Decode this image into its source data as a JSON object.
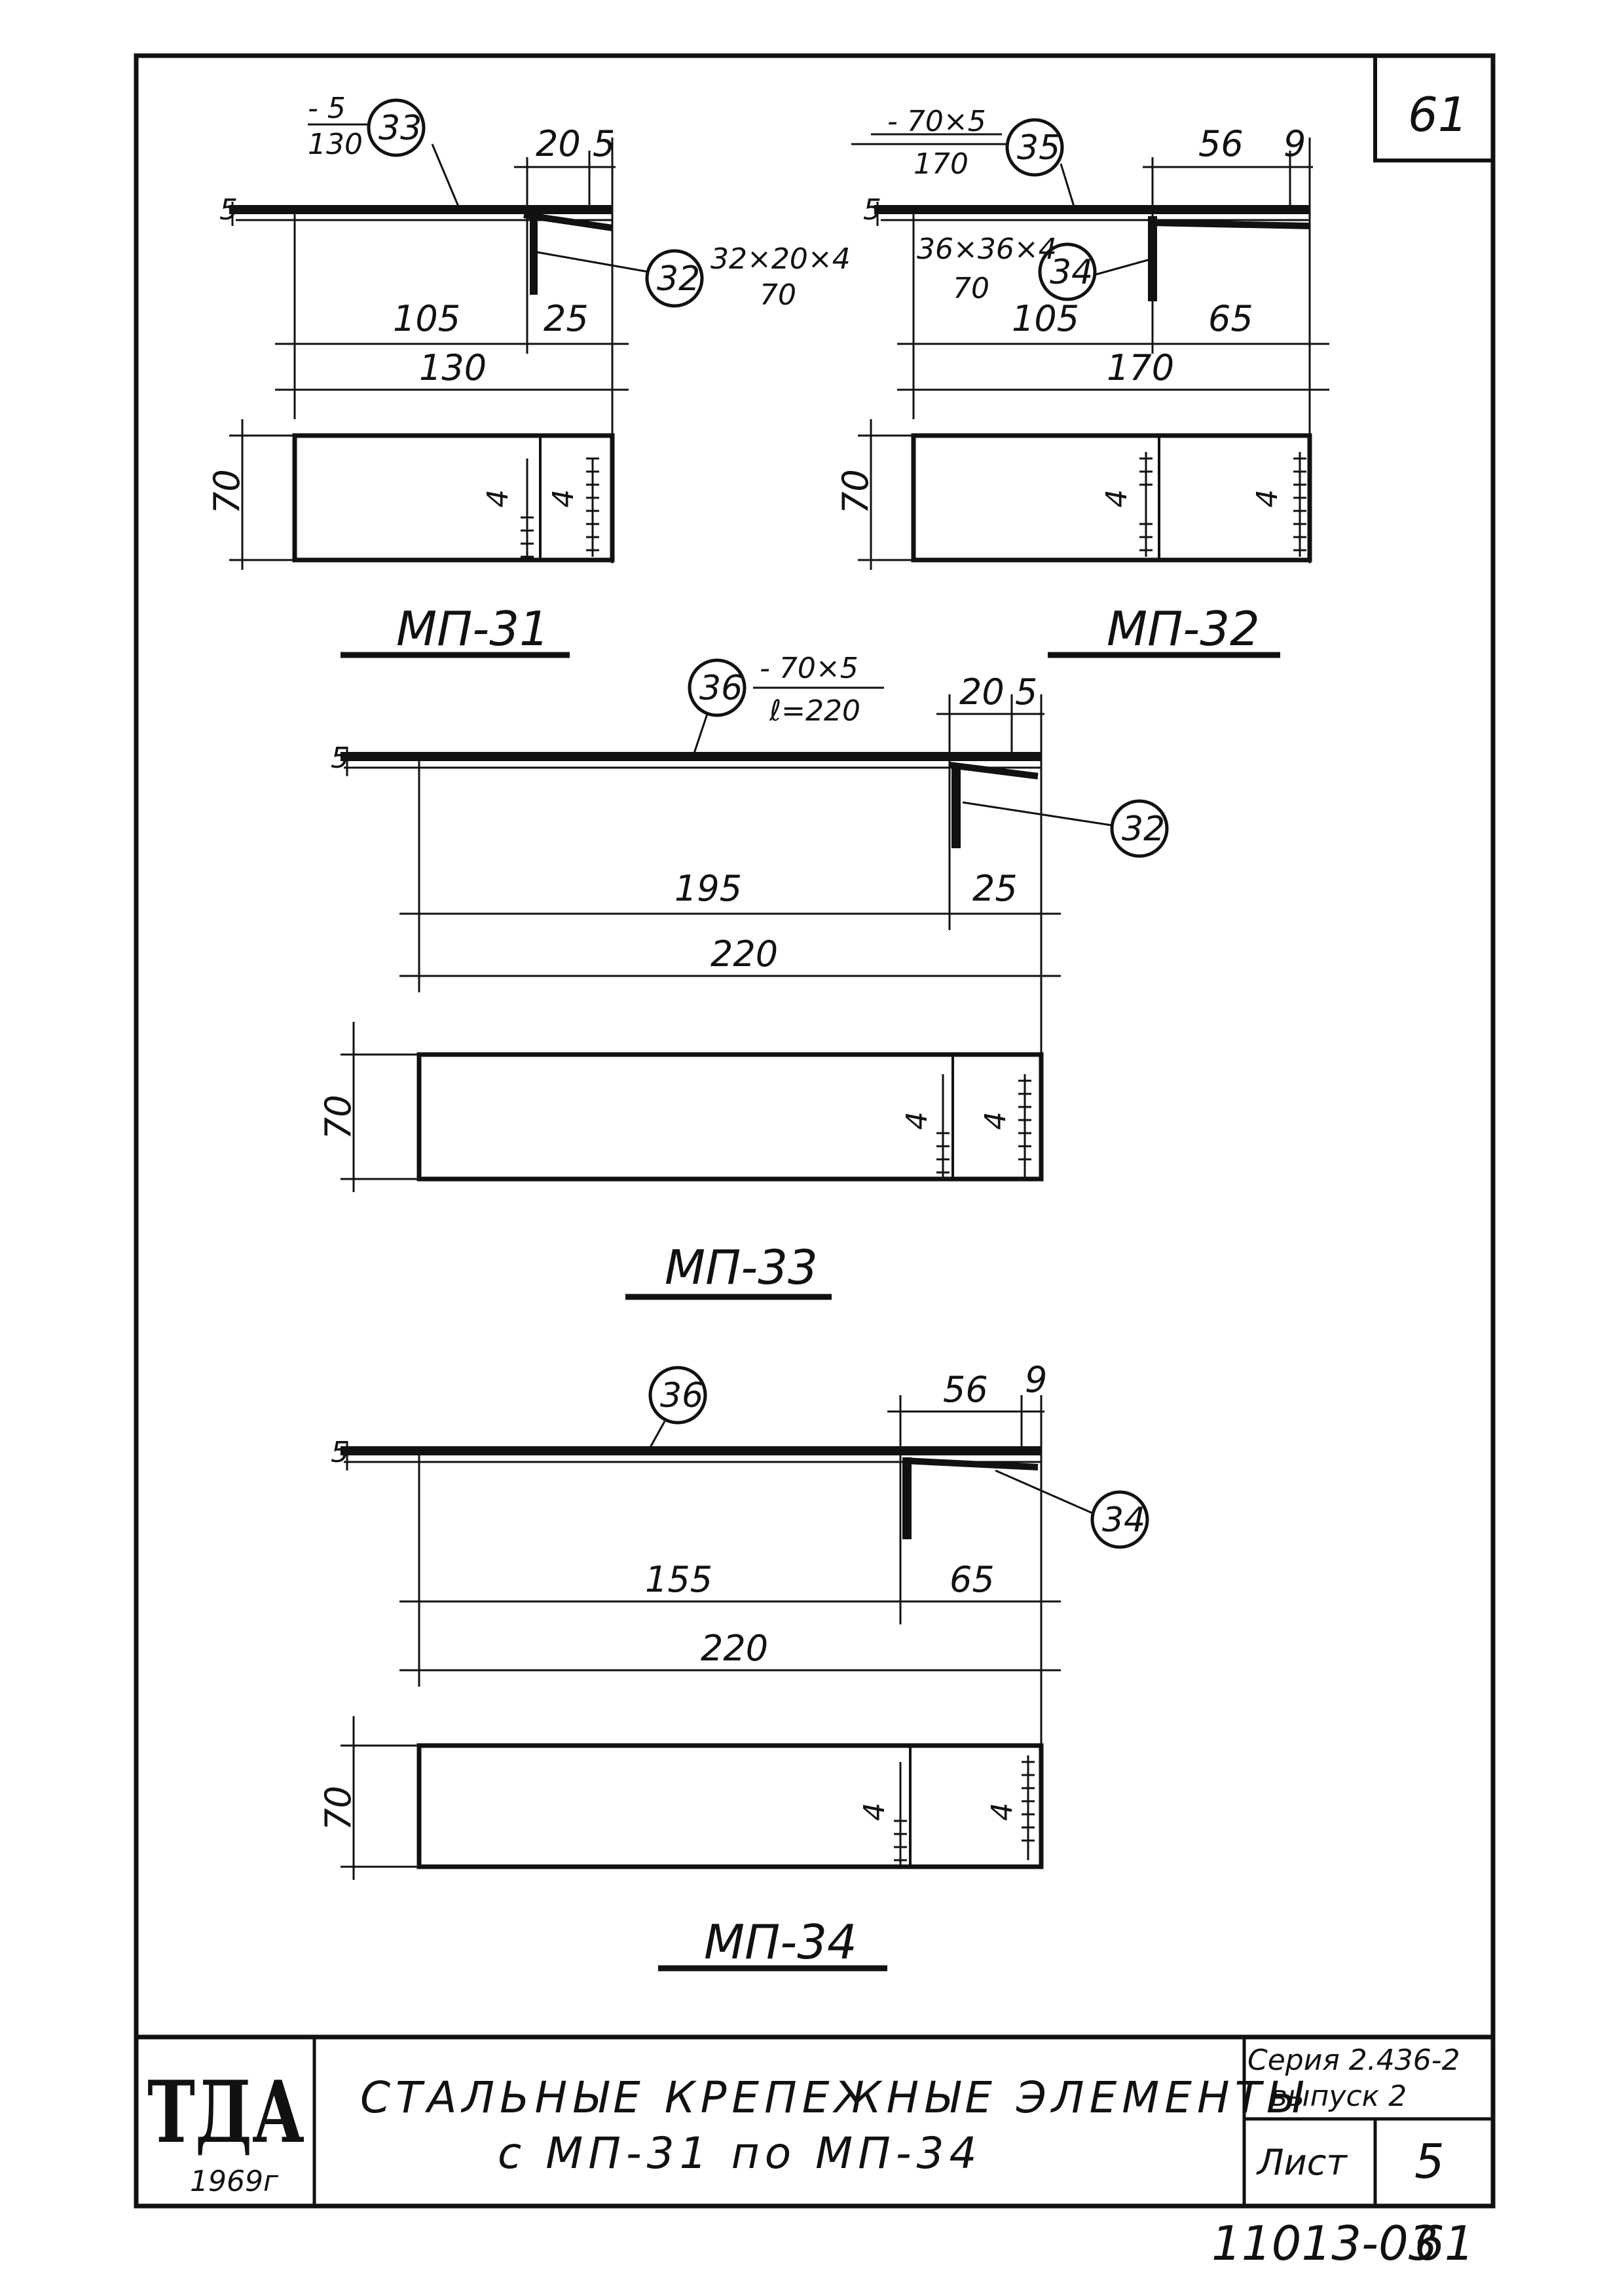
{
  "sheet_no_corner": "61",
  "drawings": {
    "mp31": {
      "label": "МП-31",
      "plate_spec_top": "- 5",
      "plate_spec_bottom": "130",
      "plate_tag": "33",
      "angle_tag": "32",
      "angle_spec_top": "32×20×4",
      "angle_spec_bottom": "70",
      "dim_flange": "20",
      "dim_thick": "5",
      "dim_plate_thick": "5",
      "dim_left": "105",
      "dim_right": "25",
      "dim_total": "130",
      "dim_height": "70",
      "weld_a": "4",
      "weld_b": "4"
    },
    "mp32": {
      "label": "МП-32",
      "plate_spec_top": "- 70×5",
      "plate_spec_bottom": "170",
      "plate_tag": "35",
      "angle_tag": "34",
      "angle_spec_top": "36×36×4",
      "angle_spec_bottom": "70",
      "dim_flange": "56",
      "dim_thick": "9",
      "dim_plate_thick": "5",
      "dim_left": "105",
      "dim_right": "65",
      "dim_total": "170",
      "dim_height": "70",
      "weld_a": "4",
      "weld_b": "4"
    },
    "mp33": {
      "label": "МП-33",
      "plate_tag": "36",
      "plate_spec_top": "- 70×5",
      "plate_spec_bottom": "ℓ=220",
      "angle_tag": "32",
      "dim_flange": "20",
      "dim_thick": "5",
      "dim_plate_thick": "5",
      "dim_left": "195",
      "dim_right": "25",
      "dim_total": "220",
      "dim_height": "70",
      "weld_a": "4",
      "weld_b": "4"
    },
    "mp34": {
      "label": "МП-34",
      "plate_tag": "36",
      "angle_tag": "34",
      "dim_flange": "56",
      "dim_thick": "9",
      "dim_plate_thick": "5",
      "dim_left": "155",
      "dim_right": "65",
      "dim_total": "220",
      "dim_height": "70",
      "weld_a": "4",
      "weld_b": "4"
    }
  },
  "title_block": {
    "logo": "ТДА",
    "year": "1969г",
    "title_line1": "СТАЛЬНЫЕ КРЕПЕЖНЫЕ ЭЛЕМЕНТЫ",
    "title_line2": "с МП-31 по МП-34",
    "series": "Серия 2.436-2",
    "issue": "выпуск 2",
    "sheet_label": "Лист",
    "sheet_number": "5"
  },
  "footer_code": "11013-03",
  "footer_page": "61"
}
